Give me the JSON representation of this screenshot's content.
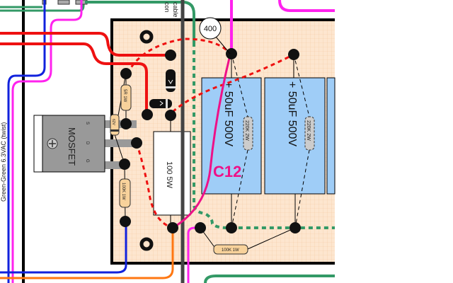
{
  "labels": {
    "cable_top": "con",
    "cable_bottom": "cable",
    "node_400": "400",
    "heater_wires": "Green-Green 6.3VAC (twist)",
    "mosfet": "MOSFET",
    "pin_s": "S",
    "pin_d": "D",
    "pin_g": "G",
    "resistor_5r": "5R 1W",
    "zener": "62V",
    "resistor_100k_gate": "100K 1W",
    "resistor_100k_bleed": "100K 1W",
    "resistor_100_5w": "100  5W",
    "cap1": "+ 50uF 500V",
    "cap2": "+ 50uF 500V",
    "bleeder1": "220K 2W",
    "bleeder2": "220K 2W",
    "c12": "C12"
  },
  "colors": {
    "board": "#fde6cf",
    "cap": "#9fcdf7",
    "red_wire": "#ee1111",
    "magenta_wire": "#ff22ee",
    "c12_wire": "#ee1188",
    "green_wire": "#339966",
    "blue_wire": "#1122dd",
    "orange_wire": "#ff7711"
  }
}
